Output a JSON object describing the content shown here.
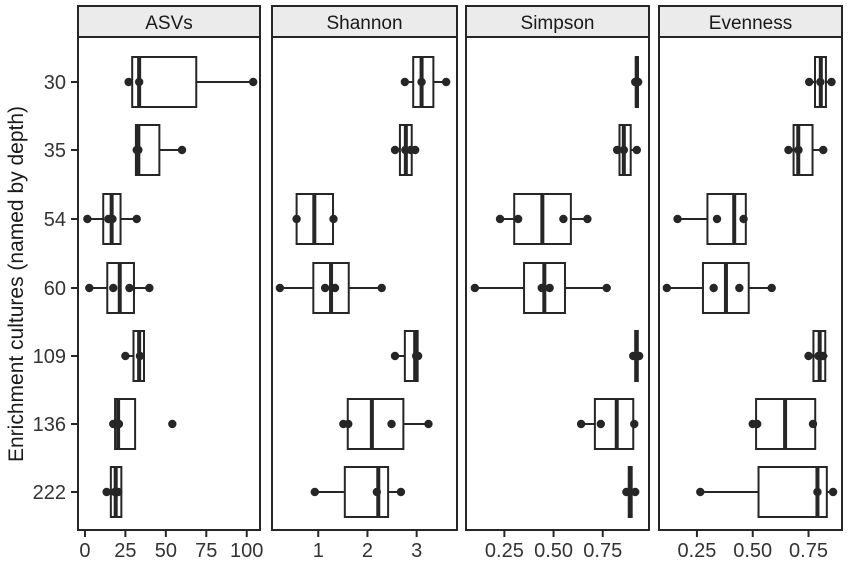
{
  "figure": {
    "y_axis_title": "Enrichment cultures (named by depth)",
    "background": "#ffffff",
    "ink_color": "#262626",
    "strip_fill": "#ebebeb",
    "panel_fill": "#ffffff"
  },
  "chart_data": {
    "type": "boxplot",
    "orientation": "horizontal",
    "grid": "off",
    "legend": "none",
    "y_axis_label": "Enrichment cultures (named by depth)",
    "categories": [
      "30",
      "35",
      "54",
      "60",
      "109",
      "136",
      "222"
    ],
    "facets": [
      {
        "title": "ASVs",
        "x_ticks": [
          0,
          25,
          50,
          75,
          100
        ],
        "x_tick_labels": [
          "0",
          "25",
          "50",
          "75",
          "100"
        ],
        "x_range": [
          -4.3,
          108.2
        ],
        "boxes": [
          {
            "category": "30",
            "whisker_lo": 27,
            "q1": 29.2,
            "median": 33.5,
            "q3": 68.8,
            "whisker_hi": 104,
            "points": [
              27,
              33.5,
              104
            ]
          },
          {
            "category": "35",
            "whisker_lo": 31.5,
            "q1": 31.5,
            "median": 33,
            "q3": 46,
            "whisker_hi": 60,
            "points": [
              32,
              33,
              60
            ]
          },
          {
            "category": "54",
            "whisker_lo": 1.5,
            "q1": 11.3,
            "median": 16.5,
            "q3": 22,
            "whisker_hi": 32,
            "points": [
              1.5,
              14.5,
              17,
              32
            ]
          },
          {
            "category": "60",
            "whisker_lo": 2.7,
            "q1": 13.8,
            "median": 21.5,
            "q3": 30.3,
            "whisker_hi": 39.8,
            "points": [
              2.7,
              17.5,
              27.5,
              39.8
            ]
          },
          {
            "category": "109",
            "whisker_lo": 25,
            "q1": 30,
            "median": 33.5,
            "q3": 36.5,
            "whisker_hi": 36.5,
            "points": [
              25,
              34
            ]
          },
          {
            "category": "136",
            "whisker_lo": 17.5,
            "q1": 18.6,
            "median": 20.5,
            "q3": 31,
            "whisker_hi": 31,
            "points": [
              17.5,
              19.5,
              21,
              54
            ]
          },
          {
            "category": "222",
            "whisker_lo": 13.4,
            "q1": 16,
            "median": 19,
            "q3": 22.5,
            "whisker_hi": 23,
            "points": [
              13.4,
              18.5,
              20.5
            ]
          }
        ]
      },
      {
        "title": "Shannon",
        "x_ticks": [
          1,
          2,
          3
        ],
        "x_tick_labels": [
          "1",
          "2",
          "3"
        ],
        "x_range": [
          0.06,
          3.82
        ],
        "boxes": [
          {
            "category": "30",
            "whisker_lo": 2.76,
            "q1": 2.93,
            "median": 3.1,
            "q3": 3.34,
            "whisker_hi": 3.6,
            "points": [
              2.76,
              3.1,
              3.6
            ]
          },
          {
            "category": "35",
            "whisker_lo": 2.56,
            "q1": 2.66,
            "median": 2.78,
            "q3": 2.9,
            "whisker_hi": 2.97,
            "points": [
              2.56,
              2.77,
              2.88,
              2.97
            ]
          },
          {
            "category": "54",
            "whisker_lo": 0.55,
            "q1": 0.56,
            "median": 0.92,
            "q3": 1.3,
            "whisker_hi": 1.32,
            "points": [
              0.56,
              1.31
            ]
          },
          {
            "category": "60",
            "whisker_lo": 0.22,
            "q1": 0.9,
            "median": 1.26,
            "q3": 1.62,
            "whisker_hi": 2.29,
            "points": [
              0.22,
              1.14,
              1.34,
              2.29
            ]
          },
          {
            "category": "109",
            "whisker_lo": 2.56,
            "q1": 2.76,
            "median": 2.97,
            "q3": 3.02,
            "whisker_hi": 3.04,
            "points": [
              2.56,
              2.99,
              3.03
            ]
          },
          {
            "category": "136",
            "whisker_lo": 1.51,
            "q1": 1.6,
            "median": 2.09,
            "q3": 2.73,
            "whisker_hi": 3.24,
            "points": [
              1.51,
              1.61,
              2.49,
              3.24
            ]
          },
          {
            "category": "222",
            "whisker_lo": 0.93,
            "q1": 1.54,
            "median": 2.22,
            "q3": 2.42,
            "whisker_hi": 2.68,
            "points": [
              0.93,
              2.19,
              2.68
            ]
          }
        ]
      },
      {
        "title": "Simpson",
        "x_ticks": [
          0.25,
          0.5,
          0.75
        ],
        "x_tick_labels": [
          "0.25",
          "0.50",
          "0.75"
        ],
        "x_range": [
          0.055,
          0.985
        ],
        "boxes": [
          {
            "category": "30",
            "whisker_lo": 0.912,
            "q1": 0.918,
            "median": 0.923,
            "q3": 0.929,
            "whisker_hi": 0.935,
            "points": [
              0.915,
              0.923,
              0.93
            ]
          },
          {
            "category": "35",
            "whisker_lo": 0.823,
            "q1": 0.835,
            "median": 0.857,
            "q3": 0.892,
            "whisker_hi": 0.923,
            "points": [
              0.823,
              0.857,
              0.923
            ]
          },
          {
            "category": "54",
            "whisker_lo": 0.228,
            "q1": 0.3,
            "median": 0.443,
            "q3": 0.588,
            "whisker_hi": 0.672,
            "points": [
              0.228,
              0.32,
              0.55,
              0.672
            ]
          },
          {
            "category": "60",
            "whisker_lo": 0.1,
            "q1": 0.35,
            "median": 0.453,
            "q3": 0.558,
            "whisker_hi": 0.77,
            "points": [
              0.1,
              0.44,
              0.48,
              0.77
            ]
          },
          {
            "category": "109",
            "whisker_lo": 0.902,
            "q1": 0.915,
            "median": 0.921,
            "q3": 0.928,
            "whisker_hi": 0.938,
            "points": [
              0.905,
              0.92,
              0.935
            ]
          },
          {
            "category": "136",
            "whisker_lo": 0.635,
            "q1": 0.71,
            "median": 0.821,
            "q3": 0.905,
            "whisker_hi": 0.911,
            "points": [
              0.64,
              0.74,
              0.91
            ]
          },
          {
            "category": "222",
            "whisker_lo": 0.868,
            "q1": 0.882,
            "median": 0.889,
            "q3": 0.897,
            "whisker_hi": 0.922,
            "points": [
              0.87,
              0.888,
              0.915
            ]
          }
        ]
      },
      {
        "title": "Evenness",
        "x_ticks": [
          0.25,
          0.5,
          0.75
        ],
        "x_tick_labels": [
          "0.25",
          "0.50",
          "0.75"
        ],
        "x_range": [
          0.08,
          0.9
        ],
        "boxes": [
          {
            "category": "30",
            "whisker_lo": 0.753,
            "q1": 0.779,
            "median": 0.805,
            "q3": 0.828,
            "whisker_hi": 0.853,
            "points": [
              0.753,
              0.803,
              0.853
            ]
          },
          {
            "category": "35",
            "whisker_lo": 0.66,
            "q1": 0.683,
            "median": 0.704,
            "q3": 0.768,
            "whisker_hi": 0.816,
            "points": [
              0.66,
              0.705,
              0.816
            ]
          },
          {
            "category": "54",
            "whisker_lo": 0.163,
            "q1": 0.297,
            "median": 0.417,
            "q3": 0.469,
            "whisker_hi": 0.472,
            "points": [
              0.163,
              0.34,
              0.459
            ]
          },
          {
            "category": "60",
            "whisker_lo": 0.115,
            "q1": 0.277,
            "median": 0.38,
            "q3": 0.482,
            "whisker_hi": 0.585,
            "points": [
              0.115,
              0.325,
              0.44,
              0.585
            ]
          },
          {
            "category": "109",
            "whisker_lo": 0.75,
            "q1": 0.772,
            "median": 0.8,
            "q3": 0.825,
            "whisker_hi": 0.835,
            "points": [
              0.75,
              0.795,
              0.815
            ]
          },
          {
            "category": "136",
            "whisker_lo": 0.497,
            "q1": 0.515,
            "median": 0.645,
            "q3": 0.78,
            "whisker_hi": 0.785,
            "points": [
              0.5,
              0.52,
              0.77
            ]
          },
          {
            "category": "222",
            "whisker_lo": 0.265,
            "q1": 0.526,
            "median": 0.79,
            "q3": 0.832,
            "whisker_hi": 0.859,
            "points": [
              0.265,
              0.79,
              0.86
            ]
          }
        ]
      }
    ]
  }
}
